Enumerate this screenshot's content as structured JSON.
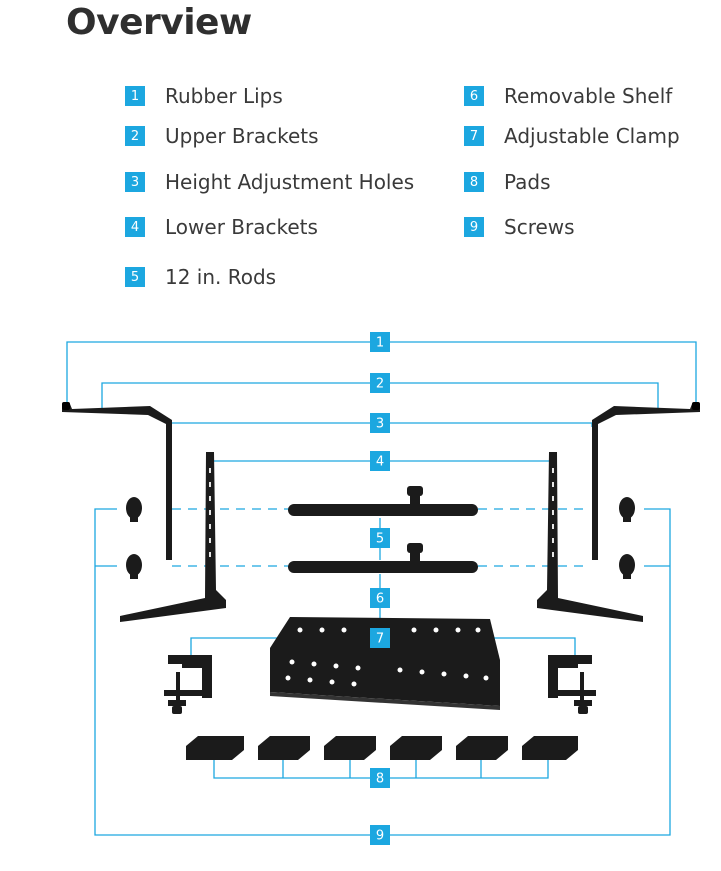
{
  "title": "Overview",
  "accent_color": "#1ca7e0",
  "parts_color": "#1b1b1b",
  "legend": [
    {
      "num": "1",
      "label": "Rubber Lips"
    },
    {
      "num": "2",
      "label": "Upper Brackets"
    },
    {
      "num": "3",
      "label": "Height Adjustment Holes"
    },
    {
      "num": "4",
      "label": "Lower Brackets"
    },
    {
      "num": "5",
      "label": "12 in. Rods"
    },
    {
      "num": "6",
      "label": "Removable Shelf"
    },
    {
      "num": "7",
      "label": "Adjustable Clamp"
    },
    {
      "num": "8",
      "label": "Pads"
    },
    {
      "num": "9",
      "label": "Screws"
    }
  ],
  "callouts": [
    "1",
    "2",
    "3",
    "4",
    "5",
    "6",
    "7",
    "8",
    "9"
  ]
}
